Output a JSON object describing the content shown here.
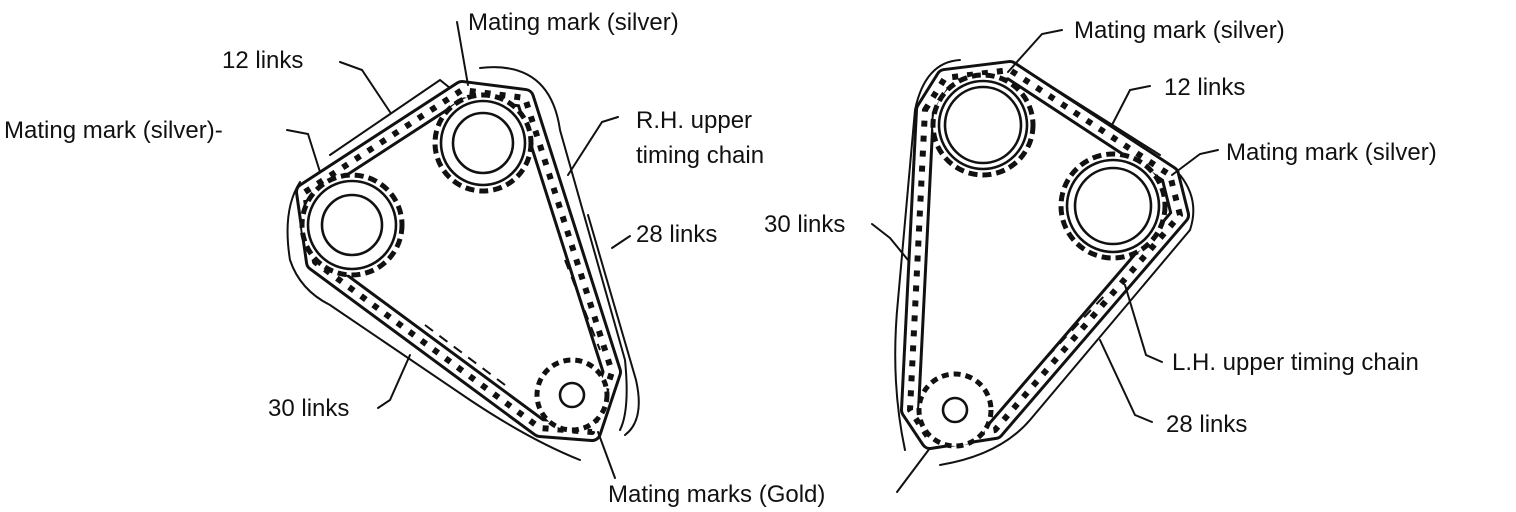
{
  "labels": {
    "rh": {
      "mating_mark_top": "Mating mark (silver)",
      "links_12": "12 links",
      "mating_mark_left": "Mating mark (silver)-",
      "chain_name_line1": "R.H. upper",
      "chain_name_line2": "timing chain",
      "links_28": "28 links",
      "links_30": "30 links",
      "mating_marks_gold": "Mating marks (Gold)"
    },
    "lh": {
      "mating_mark_top": "Mating mark (silver)",
      "links_12": "12 links",
      "mating_mark_right": "Mating mark (silver)",
      "links_30": "30 links",
      "chain_name": "L.H. upper timing chain",
      "links_28": "28 links"
    }
  }
}
